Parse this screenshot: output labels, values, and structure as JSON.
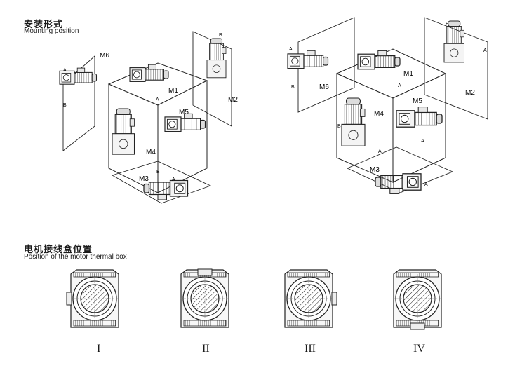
{
  "section1": {
    "title_zh": "安装形式",
    "title_en": "Mounting position"
  },
  "section2": {
    "title_zh": "电机接线盒位置",
    "title_en": "Position of the motor thermal box"
  },
  "diagram_left": {
    "m6": "M6",
    "m1": "M1",
    "m2": "M2",
    "m5": "M5",
    "m4": "M4",
    "m3": "M3",
    "a": "A",
    "b": "B"
  },
  "diagram_right": {
    "m6": "M6",
    "m1": "M1",
    "m2": "M2",
    "m5": "M5",
    "m4": "M4",
    "m3": "M3",
    "a": "A",
    "b": "B"
  },
  "thermal_box_positions": [
    "I",
    "II",
    "III",
    "IV"
  ]
}
